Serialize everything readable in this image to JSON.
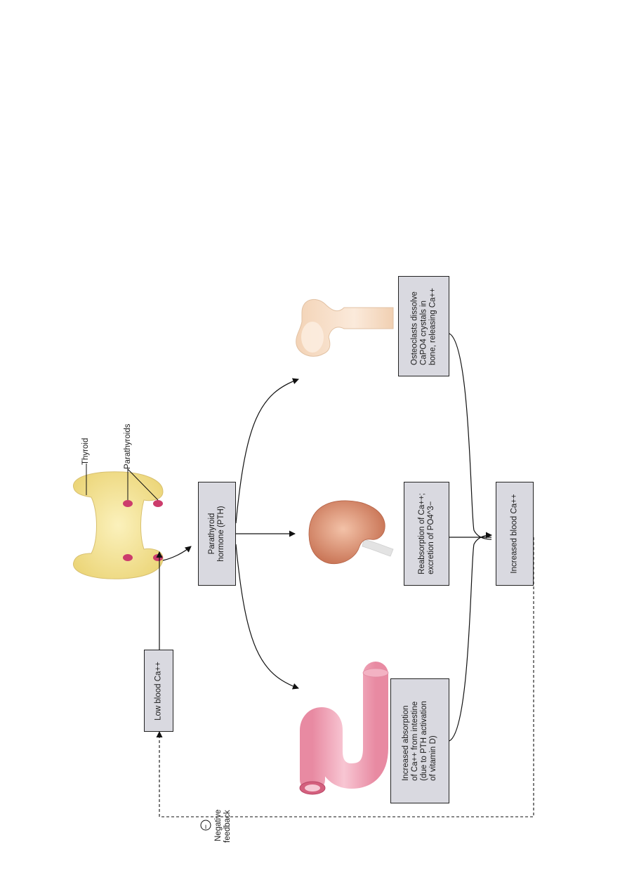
{
  "labels": {
    "thyroid": "Thyroid",
    "parathyroids": "Parathyroids",
    "negative_sign": "−",
    "negative_feedback_1": "Negative",
    "negative_feedback_2": "feedback"
  },
  "boxes": {
    "low_blood": "Low blood Ca++",
    "pth_1": "Parathyroid",
    "pth_2": "hormone (PTH)",
    "intestine_1": "Increased absorption",
    "intestine_2": "of Ca++ from intestine",
    "intestine_3": "(due to PTH activation",
    "intestine_4": "of vitamin D)",
    "kidney_1": "Reabsorption of Ca++;",
    "kidney_2": "excretion of PO4^3−",
    "bone_1": "Osteoclasts dissolve",
    "bone_2": "CaPO4 crystals in",
    "bone_3": "bone, releasing Ca++",
    "increased_blood": "Increased blood Ca++"
  },
  "colors": {
    "box_fill": "#d9d9e0",
    "thyroid": "#f6e79c",
    "parathyroid": "#cc3c6c",
    "kidney": "#d98a68",
    "intestine": "#f2a3b8",
    "bone": "#f6dcc4"
  }
}
